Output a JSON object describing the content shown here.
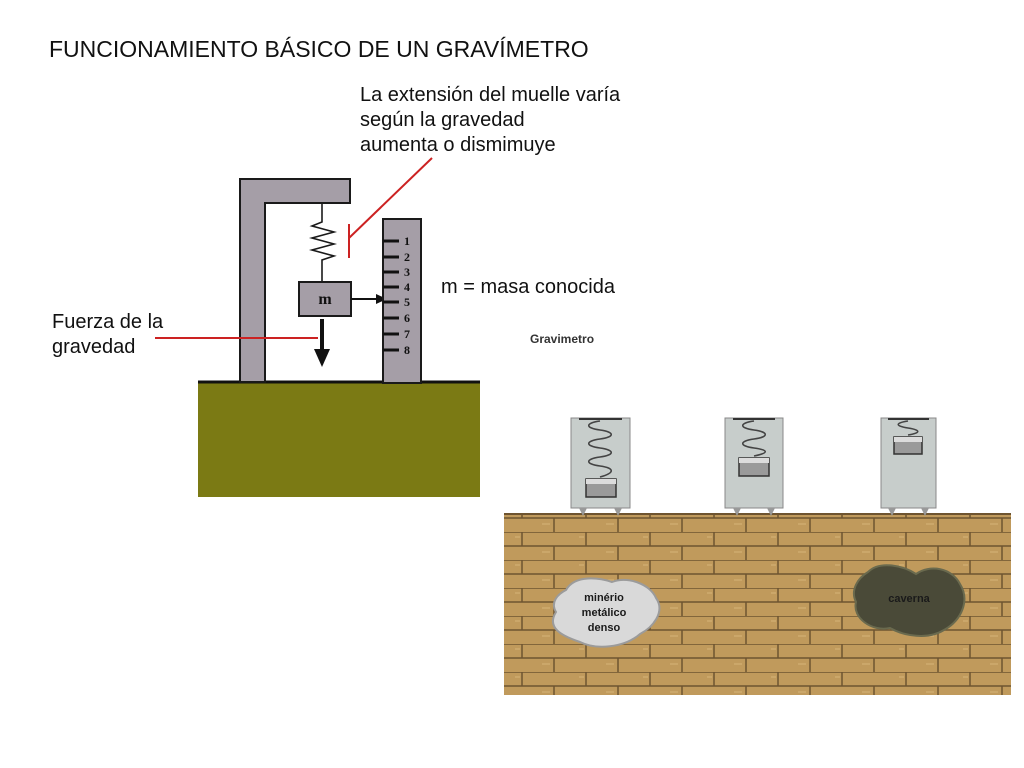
{
  "title": "FUNCIONAMIENTO BÁSICO DE UN GRAVÍMETRO",
  "annotations": {
    "spring_lines": [
      "La extensión del muelle varía",
      "según la gravedad",
      "aumenta o dismimuye"
    ],
    "force_lines": [
      "Fuerza de la",
      "gravedad"
    ],
    "mass_label": "m = masa conocida"
  },
  "gravimeter_diagram": {
    "mass_symbol": "m",
    "scale_numbers": [
      "1",
      "2",
      "3",
      "4",
      "5",
      "6",
      "7",
      "8"
    ]
  },
  "survey_figure": {
    "label": "Gravimetro",
    "ore_lines": [
      "minério",
      "metálico",
      "denso"
    ],
    "cave_label": "caverna"
  },
  "colors": {
    "frame": "#a59ea7",
    "ground": "#7b7a14",
    "annotation_line": "#cc2222",
    "rock": "#c09a5c",
    "rock_line": "#6e5430",
    "instrument": "#c7cdcb",
    "ore": "#d9d9d9",
    "cave": "#4a4a38"
  }
}
